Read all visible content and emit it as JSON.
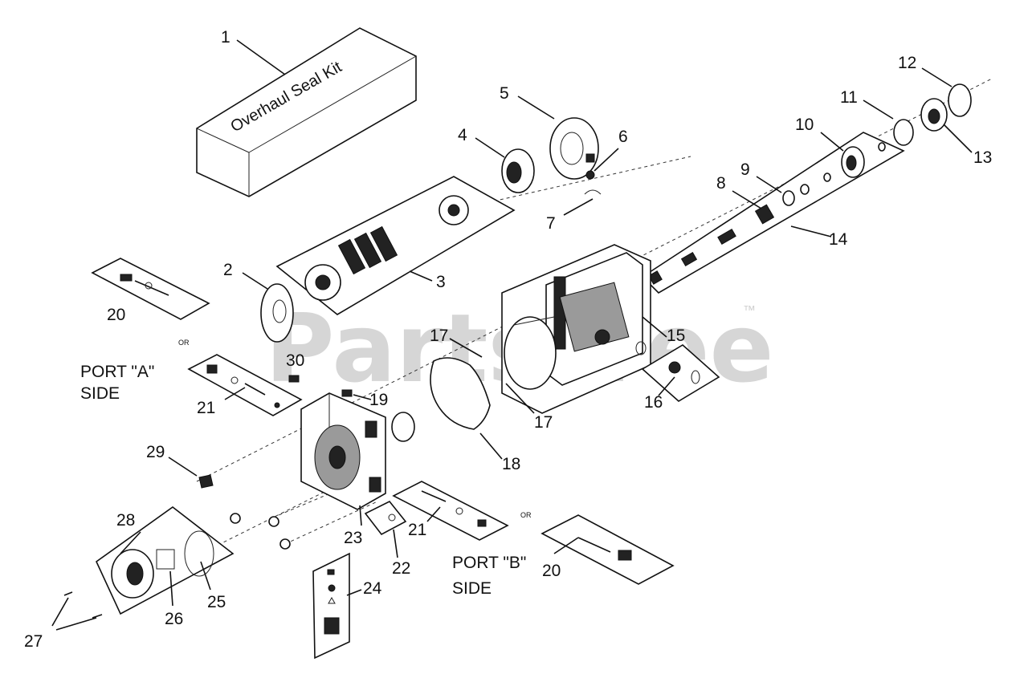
{
  "kit_box_text": "Overhaul Seal Kit",
  "watermark": "PartsTree",
  "watermark_tm": "™",
  "port_a": [
    "PORT \"A\"",
    "SIDE"
  ],
  "port_b": [
    "PORT \"B\"",
    "SIDE"
  ],
  "or_text": "OR",
  "callouts": [
    "1",
    "2",
    "3",
    "4",
    "5",
    "6",
    "7",
    "8",
    "9",
    "10",
    "11",
    "12",
    "13",
    "14",
    "15",
    "16",
    "17",
    "17",
    "18",
    "19",
    "20",
    "20",
    "21",
    "21",
    "22",
    "23",
    "24",
    "25",
    "26",
    "27",
    "28",
    "29",
    "30"
  ],
  "diagram_nodes": [
    {
      "id": "1",
      "label": "1"
    },
    {
      "id": "2",
      "label": "2"
    },
    {
      "id": "3",
      "label": "3"
    },
    {
      "id": "4",
      "label": "4"
    },
    {
      "id": "5",
      "label": "5"
    },
    {
      "id": "6",
      "label": "6"
    },
    {
      "id": "7",
      "label": "7"
    },
    {
      "id": "8",
      "label": "8"
    },
    {
      "id": "9",
      "label": "9"
    },
    {
      "id": "10",
      "label": "10"
    },
    {
      "id": "11",
      "label": "11"
    },
    {
      "id": "12",
      "label": "12"
    },
    {
      "id": "13",
      "label": "13"
    },
    {
      "id": "14",
      "label": "14"
    },
    {
      "id": "15",
      "label": "15"
    },
    {
      "id": "16",
      "label": "16"
    },
    {
      "id": "17a",
      "label": "17"
    },
    {
      "id": "17b",
      "label": "17"
    },
    {
      "id": "18",
      "label": "18"
    },
    {
      "id": "19",
      "label": "19"
    },
    {
      "id": "20a",
      "label": "20"
    },
    {
      "id": "20b",
      "label": "20"
    },
    {
      "id": "21a",
      "label": "21"
    },
    {
      "id": "21b",
      "label": "21"
    },
    {
      "id": "22",
      "label": "22"
    },
    {
      "id": "23",
      "label": "23"
    },
    {
      "id": "24",
      "label": "24"
    },
    {
      "id": "25",
      "label": "25"
    },
    {
      "id": "26",
      "label": "26"
    },
    {
      "id": "27",
      "label": "27"
    },
    {
      "id": "28",
      "label": "28"
    },
    {
      "id": "29",
      "label": "29"
    },
    {
      "id": "30",
      "label": "30"
    }
  ]
}
